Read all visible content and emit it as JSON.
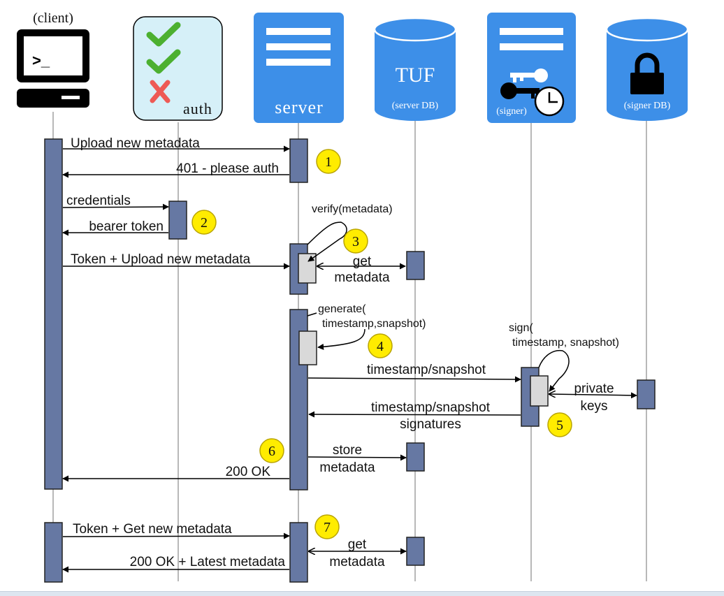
{
  "participants": {
    "client": {
      "label": "(client)",
      "prompt": ">_"
    },
    "auth": {
      "label": "auth"
    },
    "server": {
      "label": "server"
    },
    "server_db": {
      "title": "TUF",
      "label": "(server DB)"
    },
    "signer": {
      "label": "(signer)"
    },
    "signer_db": {
      "label": "(signer DB)"
    }
  },
  "messages": {
    "upload": "Upload new metadata",
    "please_auth": "401 - please auth",
    "credentials": "credentials",
    "bearer": "bearer token",
    "token_upload": "Token + Upload new metadata",
    "get1_l1": "get",
    "get1_l2": "metadata",
    "ts_req": "timestamp/snapshot",
    "keys_l1": "private",
    "keys_l2": "keys",
    "sig_l1": "timestamp/snapshot",
    "sig_l2": "signatures",
    "store_l1": "store",
    "store_l2": "metadata",
    "ok": "200 OK",
    "token_get": "Token + Get new metadata",
    "get2_l1": "get",
    "get2_l2": "metadata",
    "ok_latest": "200 OK + Latest metadata"
  },
  "notes": {
    "verify": "verify(metadata)",
    "generate_l1": "generate(",
    "generate_l2": "timestamp,snapshot)",
    "sign_l1": "sign(",
    "sign_l2": "timestamp, snapshot)"
  },
  "steps": [
    "1",
    "2",
    "3",
    "4",
    "5",
    "6",
    "7"
  ],
  "colors": {
    "box_blue": "#3d8fe8",
    "activation": "#6678a3",
    "badge": "#ffec00",
    "check": "#4cb030",
    "cross": "#ee5a55",
    "auth_bg": "#d6f0f8"
  },
  "icons": {
    "client": "terminal-computer-icon",
    "auth": "checklist-icon",
    "server": "server-list-icon",
    "server_db": "database-icon",
    "signer": "keys-clock-icon",
    "signer_db": "padlock-database-icon"
  }
}
